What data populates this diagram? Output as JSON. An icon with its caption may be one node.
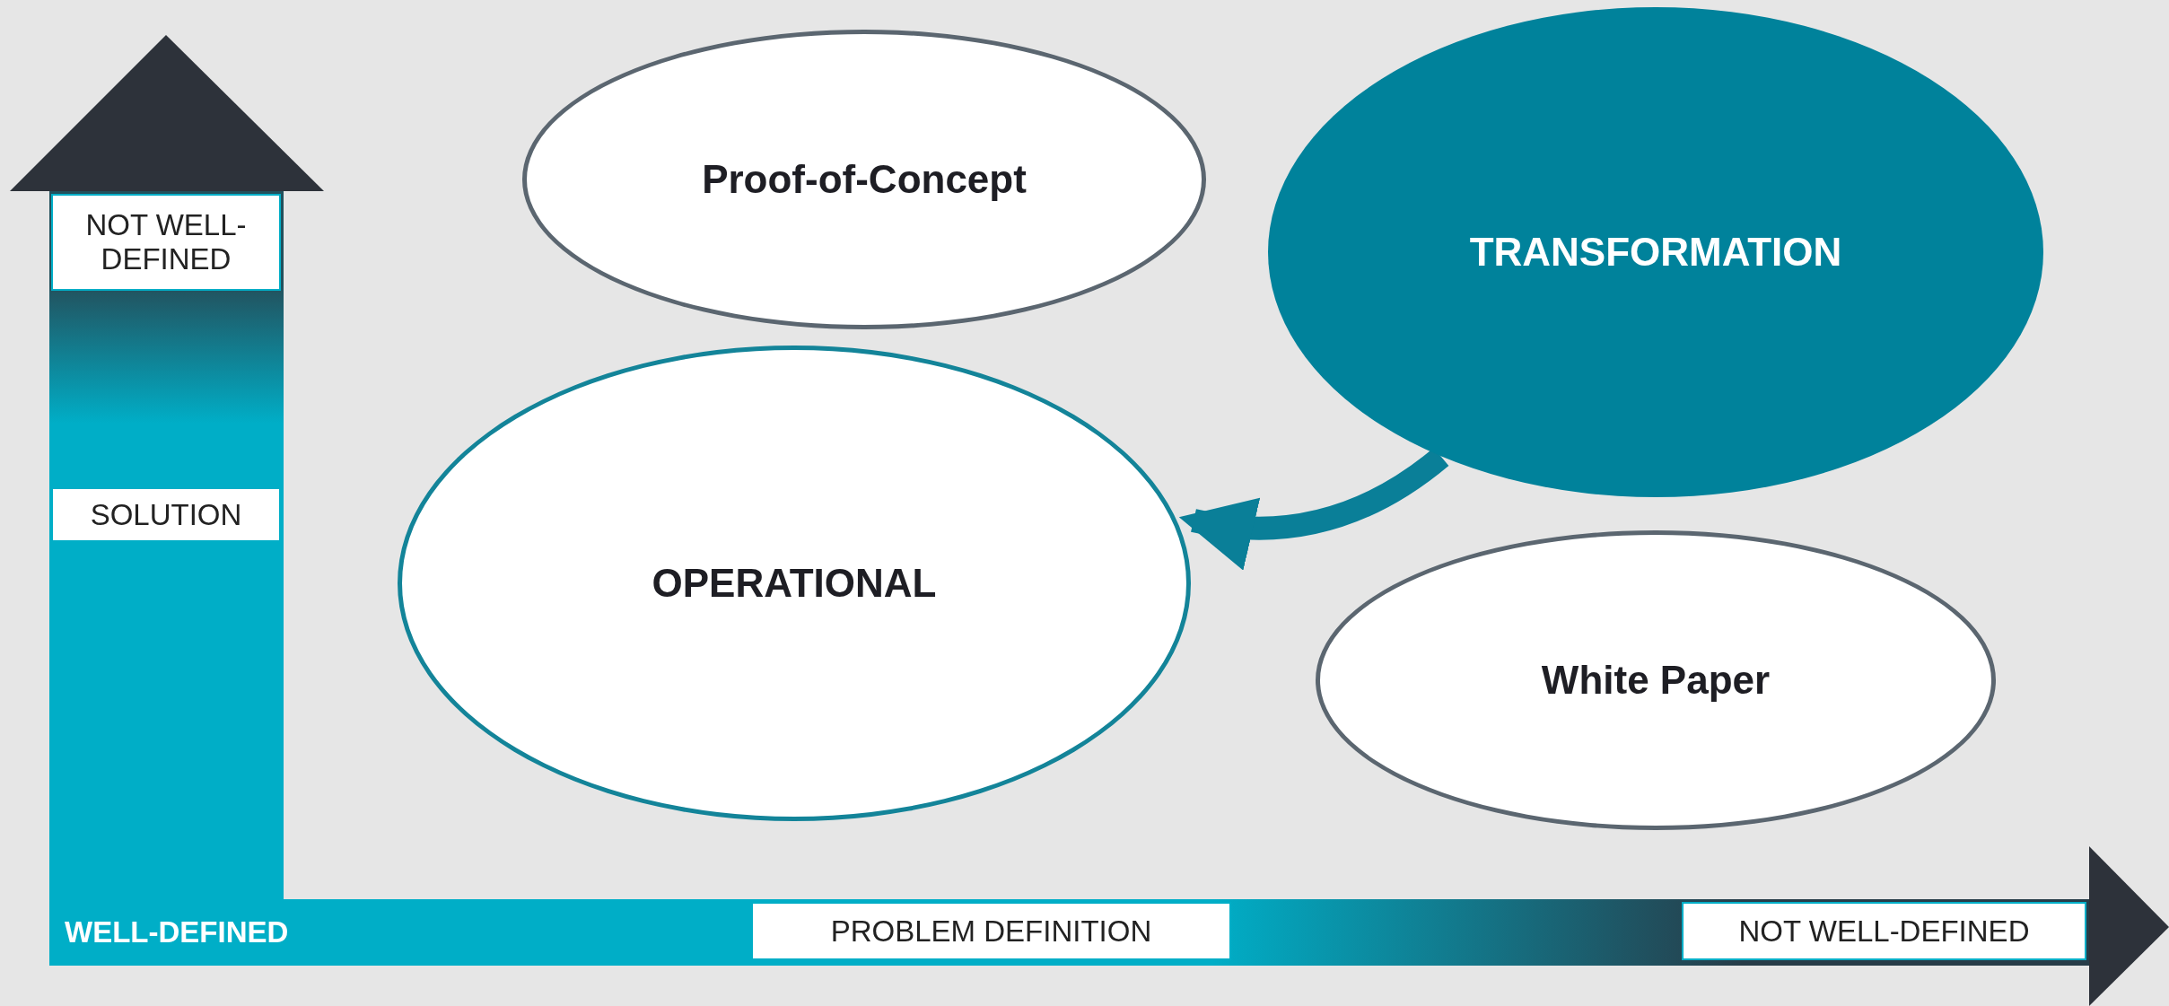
{
  "diagram": {
    "nodes": [
      {
        "text": [
          "Proof-of-Concept"
        ]
      },
      {
        "text": [
          "TRANSFORMATION"
        ]
      },
      {
        "text": [
          "OPERATIONAL"
        ]
      },
      {
        "text": [
          "White Paper"
        ]
      }
    ],
    "edges": [
      {
        "from": 1,
        "to": 2,
        "arrow": "to"
      }
    ],
    "labels": [
      "NOT WELL-DEFINED",
      "SOLUTION",
      "WELL-DEFINED",
      "PROBLEM DEFINITION",
      "NOT WELL-DEFINED"
    ]
  }
}
